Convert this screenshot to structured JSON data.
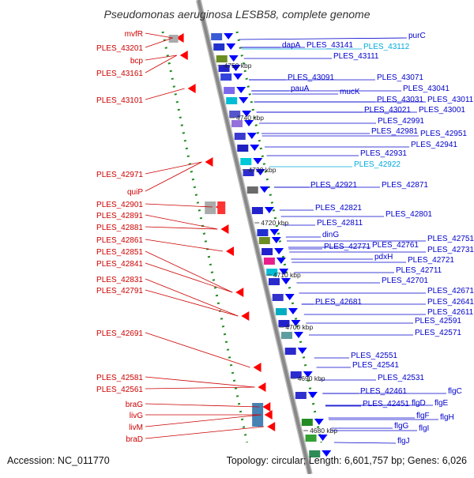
{
  "title": "Pseudomonas aeruginosa LESB58, complete genome",
  "footer": {
    "accession": "Accession: NC_011770",
    "topology": "Topology: circular; Length: 6,601,757 bp; Genes: 6,026"
  },
  "colors": {
    "left_label": "#cc0000",
    "right_label": "#0000cc",
    "cyan_label": "#00aadd",
    "reverse_gene": "#ff0000",
    "forward_gene": "#0000ff",
    "backbone": "#888888",
    "dash": "#228b22"
  },
  "kbp_ticks": [
    "4750 kbp",
    "4740 kbp",
    "4730 kbp",
    "4720 kbp",
    "4710 kbp",
    "4700 kbp",
    "4690 kbp",
    "4680 kbp"
  ],
  "left_labels": [
    "mvfR",
    "PLES_43201",
    "bcp",
    "PLES_43161",
    "PLES_43101",
    "PLES_42971",
    "quiP",
    "PLES_42901",
    "PLES_42891",
    "PLES_42881",
    "PLES_42861",
    "PLES_42851",
    "PLES_42841",
    "PLES_42831",
    "PLES_42791",
    "PLES_42691",
    "PLES_42581",
    "PLES_42561",
    "braG",
    "livG",
    "livM",
    "braD"
  ],
  "right_labels": [
    {
      "text": "purC",
      "color": "blue"
    },
    {
      "text": "dapA",
      "color": "blue"
    },
    {
      "text": "PLES_43141",
      "color": "blue"
    },
    {
      "text": "PLES_43112",
      "color": "cyan"
    },
    {
      "text": "PLES_43111",
      "color": "blue"
    },
    {
      "text": "PLES_43091",
      "color": "blue"
    },
    {
      "text": "PLES_43071",
      "color": "blue"
    },
    {
      "text": "pauA",
      "color": "blue"
    },
    {
      "text": "PLES_43041",
      "color": "blue"
    },
    {
      "text": "mucK",
      "color": "blue"
    },
    {
      "text": "PLES_43031",
      "color": "blue"
    },
    {
      "text": "PLES_43011",
      "color": "blue"
    },
    {
      "text": "PLES_43021",
      "color": "blue"
    },
    {
      "text": "PLES_43001",
      "color": "blue"
    },
    {
      "text": "PLES_42991",
      "color": "blue"
    },
    {
      "text": "PLES_42981",
      "color": "blue"
    },
    {
      "text": "PLES_42951",
      "color": "blue"
    },
    {
      "text": "PLES_42941",
      "color": "blue"
    },
    {
      "text": "PLES_42931",
      "color": "blue"
    },
    {
      "text": "PLES_42922",
      "color": "cyan"
    },
    {
      "text": "PLES_42921",
      "color": "blue"
    },
    {
      "text": "PLES_42871",
      "color": "blue"
    },
    {
      "text": "PLES_42821",
      "color": "blue"
    },
    {
      "text": "PLES_42801",
      "color": "blue"
    },
    {
      "text": "PLES_42811",
      "color": "blue"
    },
    {
      "text": "dinG",
      "color": "blue"
    },
    {
      "text": "PLES_42751",
      "color": "blue"
    },
    {
      "text": "PLES_42771",
      "color": "blue"
    },
    {
      "text": "PLES_42761",
      "color": "blue"
    },
    {
      "text": "PLES_42731",
      "color": "blue"
    },
    {
      "text": "pdxH",
      "color": "blue"
    },
    {
      "text": "PLES_42721",
      "color": "blue"
    },
    {
      "text": "PLES_42711",
      "color": "blue"
    },
    {
      "text": "PLES_42701",
      "color": "blue"
    },
    {
      "text": "PLES_42671",
      "color": "blue"
    },
    {
      "text": "PLES_42681",
      "color": "blue"
    },
    {
      "text": "PLES_42641",
      "color": "blue"
    },
    {
      "text": "PLES_42611",
      "color": "blue"
    },
    {
      "text": "PLES_42591",
      "color": "blue"
    },
    {
      "text": "PLES_42571",
      "color": "blue"
    },
    {
      "text": "PLES_42551",
      "color": "blue"
    },
    {
      "text": "PLES_42541",
      "color": "blue"
    },
    {
      "text": "PLES_42531",
      "color": "blue"
    },
    {
      "text": "PLES_42461",
      "color": "blue"
    },
    {
      "text": "flgC",
      "color": "blue"
    },
    {
      "text": "PLES_42451",
      "color": "blue"
    },
    {
      "text": "flgD",
      "color": "blue"
    },
    {
      "text": "flgE",
      "color": "blue"
    },
    {
      "text": "flgF",
      "color": "blue"
    },
    {
      "text": "flgH",
      "color": "blue"
    },
    {
      "text": "flgG",
      "color": "blue"
    },
    {
      "text": "flgI",
      "color": "blue"
    },
    {
      "text": "flgJ",
      "color": "blue"
    }
  ]
}
